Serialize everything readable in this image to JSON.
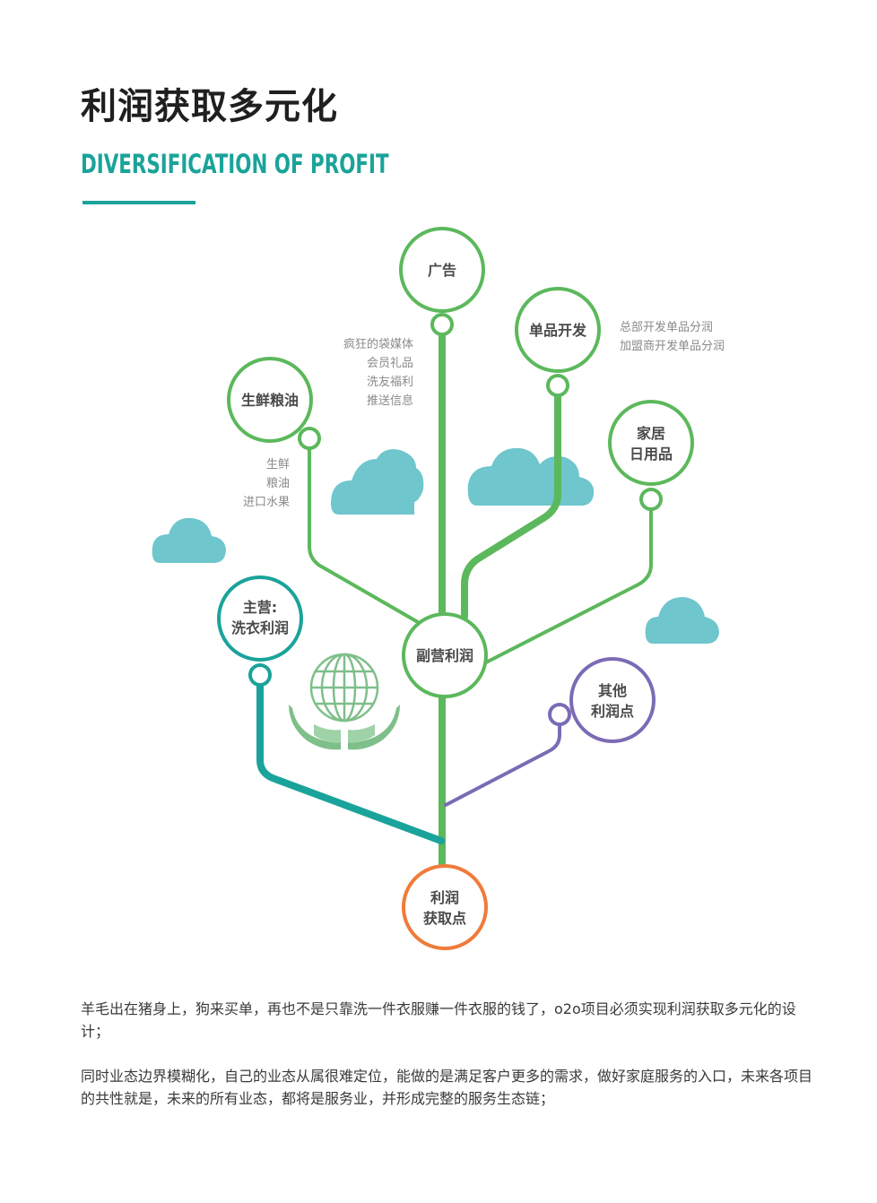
{
  "header": {
    "title_cn": "利润获取多元化",
    "title_en": "DIVERSIFICATION OF PROFIT"
  },
  "colors": {
    "teal": "#1aa39a",
    "green": "#5cb85c",
    "purple": "#7b6bb5",
    "orange": "#ef7b3a",
    "cloud": "#6fc6cd",
    "globe": "#7fbf8a"
  },
  "diagram": {
    "nodes": {
      "guanggao": [
        "广告"
      ],
      "danpin": [
        "单品开发"
      ],
      "shengxian": [
        "生鲜粮油"
      ],
      "jiaju": [
        "家居",
        "日用品"
      ],
      "zhuying": [
        "主营:",
        "洗衣利润"
      ],
      "fuying": [
        "副营利润"
      ],
      "qita": [
        "其他",
        "利润点"
      ],
      "root": [
        "利润",
        "获取点"
      ]
    },
    "notes": {
      "guanggao": [
        "疯狂的袋媒体",
        "会员礼品",
        "洗友福利",
        "推送信息"
      ],
      "danpin": [
        "总部开发单品分润",
        "加盟商开发单品分润"
      ],
      "shengxian": [
        "生鲜",
        "粮油",
        "进口水果"
      ]
    },
    "icons": {
      "globe": "globe-hands-icon",
      "cloud": "cloud-icon"
    }
  },
  "body": {
    "p1": "羊毛出在猪身上，狗来买单，再也不是只靠洗一件衣服赚一件衣服的钱了，o2o项目必须实现利润获取多元化的设计；",
    "p2": "同时业态边界模糊化，自己的业态从属很难定位，能做的是满足客户更多的需求，做好家庭服务的入口，未来各项目的共性就是，未来的所有业态，都将是服务业，并形成完整的服务生态链；"
  }
}
